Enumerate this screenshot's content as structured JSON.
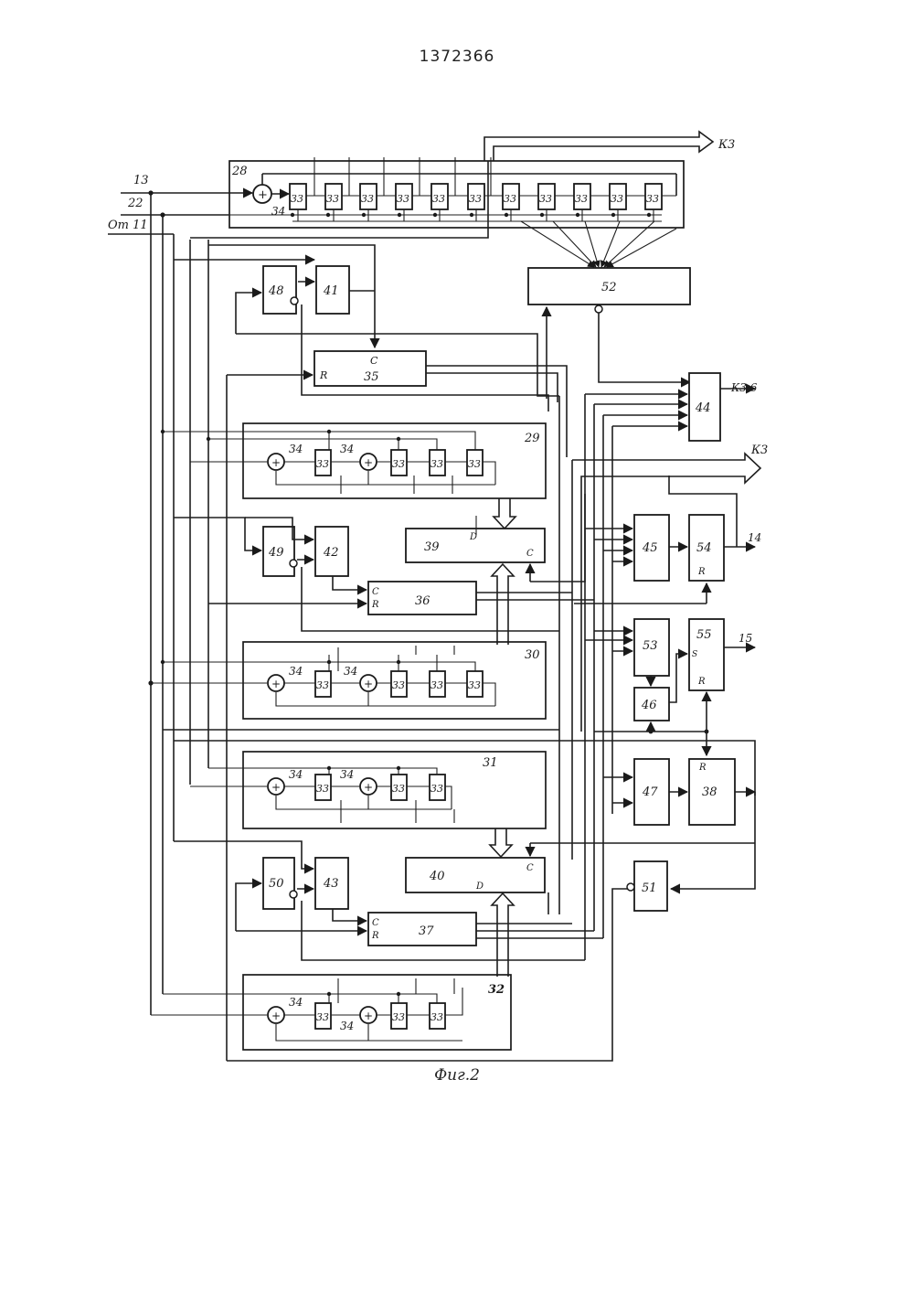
{
  "document": {
    "patent_number": "1372366",
    "figure_caption": "Фиг.2"
  },
  "inputs": {
    "in_13": "13",
    "in_22": "22",
    "in_from_11": "От 11"
  },
  "outputs": {
    "out_k3_top": "К3",
    "out_k3_6": "К3,6",
    "out_k3_bus": "К3",
    "out_14": "14",
    "out_15": "15"
  },
  "shift_registers": {
    "r28": "28",
    "r29": "29",
    "r30": "30",
    "r31": "31",
    "r32": "32"
  },
  "element_labels": {
    "cell": "33",
    "xor": "34",
    "xor_symbol": "+"
  },
  "blocks": {
    "b35": "35",
    "b36": "36",
    "b37": "37",
    "b38": "38",
    "b39": "39",
    "b40": "40",
    "b41": "41",
    "b42": "42",
    "b43": "43",
    "b44": "44",
    "b45": "45",
    "b46": "46",
    "b47": "47",
    "b48": "48",
    "b49": "49",
    "b50": "50",
    "b51": "51",
    "b52": "52",
    "b53": "53",
    "b54": "54",
    "b55": "55"
  },
  "pin_labels": {
    "c": "C",
    "r": "R",
    "d": "D",
    "s": "S"
  }
}
